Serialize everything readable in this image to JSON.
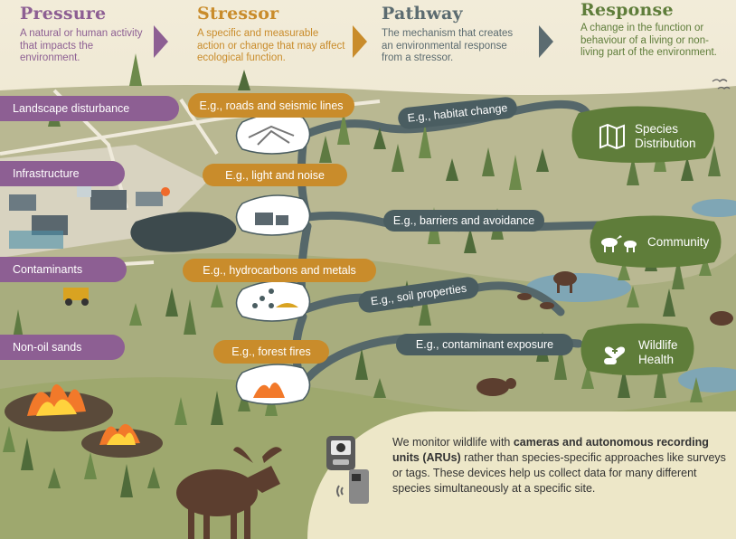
{
  "headers": {
    "pressure": {
      "title": "Pressure",
      "desc": "A natural or human activity that impacts the environment.",
      "color": "#8d5f93"
    },
    "stressor": {
      "title": "Stressor",
      "desc": "A specific and measurable action or change that may affect ecological function.",
      "color": "#c98c2b"
    },
    "pathway": {
      "title": "Pathway",
      "desc": "The mechanism that creates an environmental response from a stressor.",
      "color": "#5b6b70"
    },
    "response": {
      "title": "Response",
      "desc": "A change in the function or behaviour of a living or non-living part of the environment.",
      "color": "#5f7d3a"
    }
  },
  "pressures": [
    "Landscape disturbance",
    "Infrastructure",
    "Contaminants",
    "Non-oil sands"
  ],
  "stressors": [
    "E.g., roads and seismic lines",
    "E.g., light and noise",
    "E.g., hydrocarbons and metals",
    "E.g., forest fires"
  ],
  "pathways": [
    "E.g., habitat change",
    "E.g., barriers and avoidance",
    "E.g., soil properties",
    "E.g., contaminant exposure"
  ],
  "responses": [
    "Species Distribution",
    "Community",
    "Wildlife Health"
  ],
  "info": {
    "pre": "We monitor wildlife with ",
    "bold": "cameras and autonomous recording units (ARUs)",
    "post": " rather than species-specific approaches like surveys or tags. These devices help us collect data for many different species simultaneously at a specific site."
  },
  "icons": [
    "chevron-right-icon",
    "map-icon",
    "deer-icon",
    "heart-pill-icon",
    "camera-trap-icon",
    "aru-icon",
    "road-icon",
    "building-icon",
    "molecule-icon",
    "fire-icon"
  ]
}
